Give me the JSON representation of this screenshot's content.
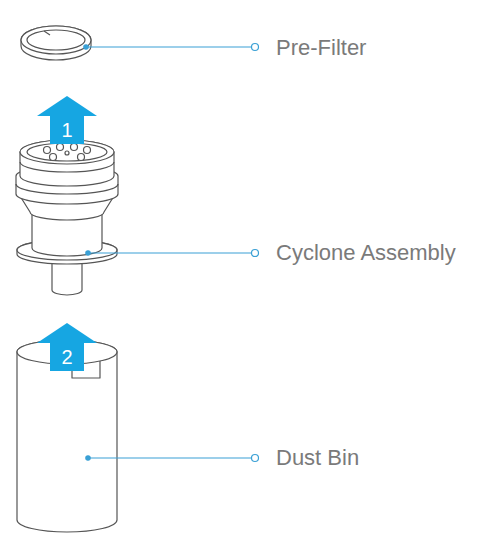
{
  "diagram": {
    "nodes": [
      {
        "text": [
          "1"
        ]
      },
      {
        "text": [
          "2"
        ]
      }
    ],
    "labels": [
      "Pre-Filter",
      "Cyclone Assembly",
      "Dust Bin"
    ]
  }
}
